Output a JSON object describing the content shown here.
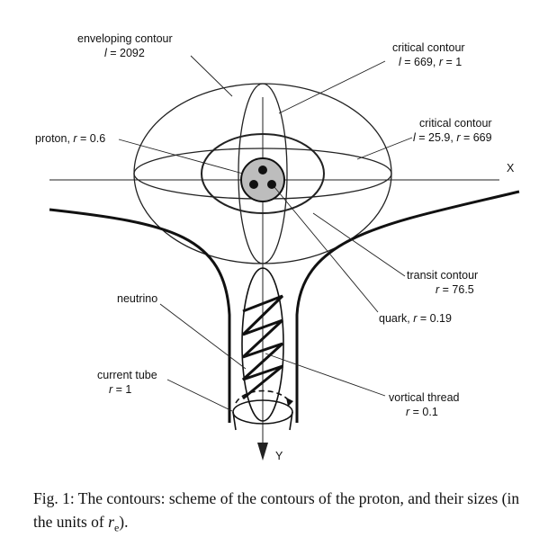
{
  "labels": {
    "enveloping": {
      "name": "enveloping contour",
      "sym": "l",
      "val": " = 2092"
    },
    "critical1": {
      "name": "critical contour",
      "sym1": "l",
      "val1": " = 669, ",
      "sym2": "r",
      "val2": " = 1"
    },
    "critical2": {
      "name": "critical contour",
      "sym1": "l",
      "val1": " = 25.9, ",
      "sym2": "r",
      "val2": " = 669"
    },
    "proton": {
      "name": "proton, ",
      "sym": "r",
      "val": " = 0.6"
    },
    "x_axis": "X",
    "transit": {
      "name": "transit contour",
      "sym": "r",
      "val": " = 76.5"
    },
    "neutrino": "neutrino",
    "quark": {
      "name": "quark, ",
      "sym": "r",
      "val": " = 0.19"
    },
    "tube": {
      "name": "current tube",
      "sym": "r",
      "val": " = 1"
    },
    "thread": {
      "name": "vortical thread",
      "sym": "r",
      "val": " = 0.1"
    },
    "y_axis": "Y"
  },
  "caption": {
    "lead": "Fig. 1: The contours: scheme of the contours of the proton, and their sizes (in the units of ",
    "var": "r",
    "sub": "e",
    "tail": ")."
  }
}
